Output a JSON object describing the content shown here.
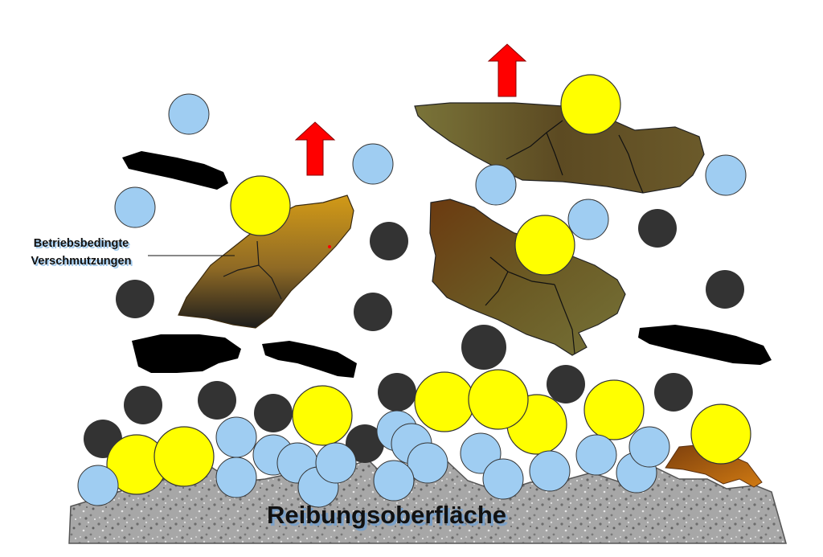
{
  "labels": {
    "contamination_line1": "Betriebsbedingte",
    "contamination_line2": "Verschmutzungen",
    "surface": "Reibungsoberfläche"
  },
  "colors": {
    "light_blue_particle": "#9fcdf2",
    "dark_particle": "#333333",
    "yellow_particle": "#ffff00",
    "flake_black": "#000000",
    "arrow_red": "#ff0000",
    "surface_gray": "#a9a9a9"
  }
}
